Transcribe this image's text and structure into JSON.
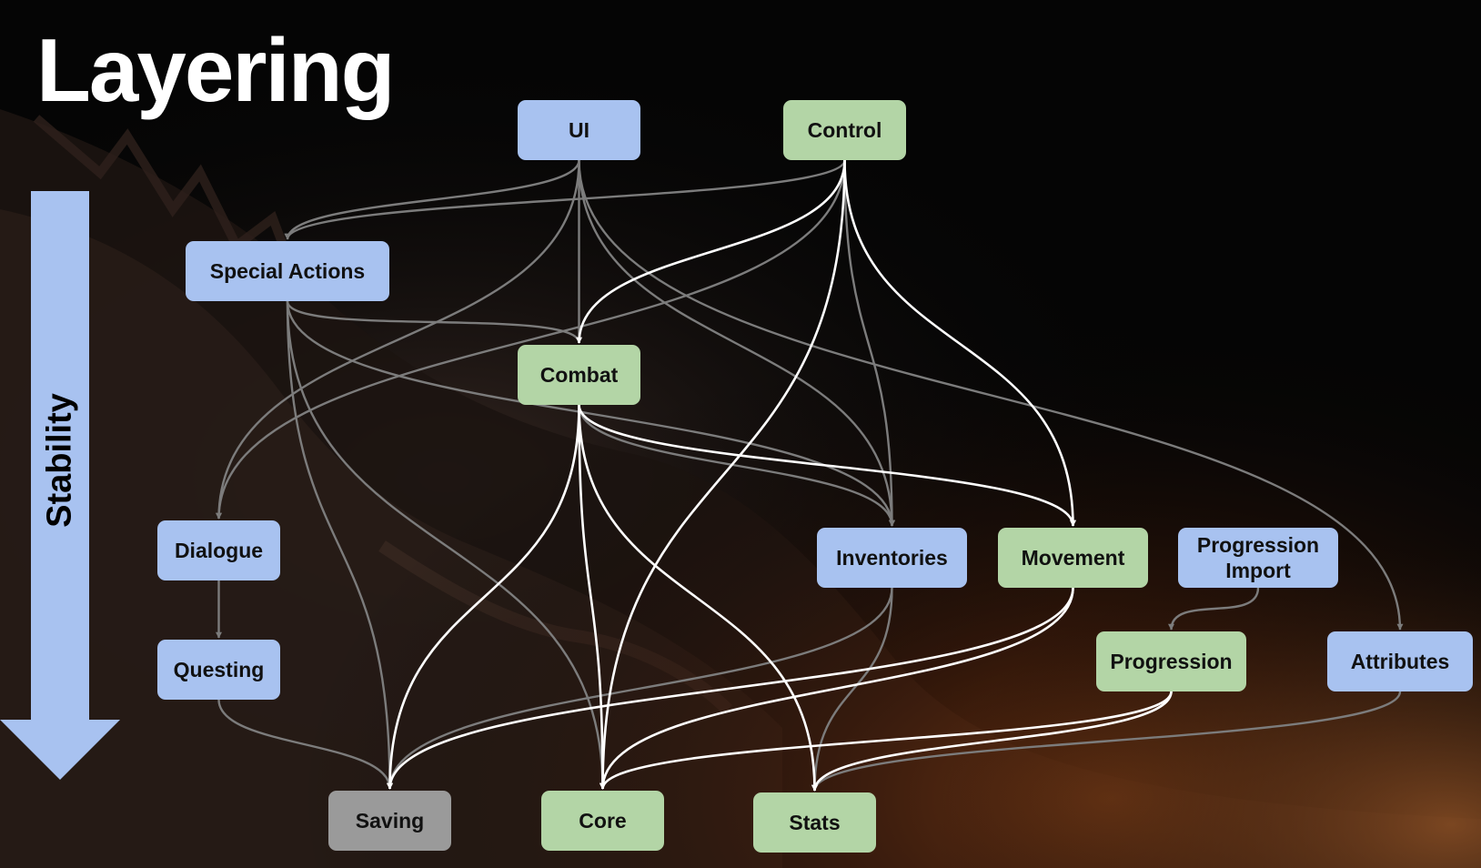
{
  "slide": {
    "title": "Layering",
    "stability_label": "Stability"
  },
  "colors": {
    "background": "#050505",
    "blue_node": "#a8c2f0",
    "green_node": "#b3d5a6",
    "gray_node": "#9a9a9a",
    "white_edge": "#ffffff",
    "gray_edge": "#7c7c7c"
  },
  "nodes": {
    "ui": {
      "label": "UI",
      "color": "blue"
    },
    "control": {
      "label": "Control",
      "color": "green"
    },
    "special_actions": {
      "label": "Special Actions",
      "color": "blue"
    },
    "combat": {
      "label": "Combat",
      "color": "green"
    },
    "dialogue": {
      "label": "Dialogue",
      "color": "blue"
    },
    "questing": {
      "label": "Questing",
      "color": "blue"
    },
    "inventories": {
      "label": "Inventories",
      "color": "blue"
    },
    "movement": {
      "label": "Movement",
      "color": "green"
    },
    "progression_import": {
      "label": "Progression\nImport",
      "color": "blue"
    },
    "progression": {
      "label": "Progression",
      "color": "green"
    },
    "attributes": {
      "label": "Attributes",
      "color": "blue"
    },
    "saving": {
      "label": "Saving",
      "color": "gray"
    },
    "core": {
      "label": "Core",
      "color": "green"
    },
    "stats": {
      "label": "Stats",
      "color": "green"
    }
  },
  "edges": [
    {
      "from": "ui",
      "to": "special_actions",
      "style": "gray"
    },
    {
      "from": "ui",
      "to": "combat",
      "style": "gray"
    },
    {
      "from": "ui",
      "to": "dialogue",
      "style": "gray"
    },
    {
      "from": "ui",
      "to": "inventories",
      "style": "gray"
    },
    {
      "from": "ui",
      "to": "attributes",
      "style": "gray"
    },
    {
      "from": "control",
      "to": "special_actions",
      "style": "gray"
    },
    {
      "from": "control",
      "to": "combat",
      "style": "white"
    },
    {
      "from": "control",
      "to": "movement",
      "style": "white"
    },
    {
      "from": "control",
      "to": "core",
      "style": "white"
    },
    {
      "from": "control",
      "to": "inventories",
      "style": "gray"
    },
    {
      "from": "control",
      "to": "dialogue",
      "style": "gray"
    },
    {
      "from": "special_actions",
      "to": "combat",
      "style": "gray"
    },
    {
      "from": "special_actions",
      "to": "saving",
      "style": "gray"
    },
    {
      "from": "special_actions",
      "to": "core",
      "style": "gray"
    },
    {
      "from": "special_actions",
      "to": "inventories",
      "style": "gray"
    },
    {
      "from": "combat",
      "to": "saving",
      "style": "white"
    },
    {
      "from": "combat",
      "to": "core",
      "style": "white"
    },
    {
      "from": "combat",
      "to": "stats",
      "style": "white"
    },
    {
      "from": "combat",
      "to": "movement",
      "style": "white"
    },
    {
      "from": "combat",
      "to": "inventories",
      "style": "gray"
    },
    {
      "from": "dialogue",
      "to": "questing",
      "style": "gray"
    },
    {
      "from": "questing",
      "to": "saving",
      "style": "gray"
    },
    {
      "from": "inventories",
      "to": "saving",
      "style": "gray"
    },
    {
      "from": "inventories",
      "to": "stats",
      "style": "gray"
    },
    {
      "from": "movement",
      "to": "saving",
      "style": "white"
    },
    {
      "from": "movement",
      "to": "core",
      "style": "white"
    },
    {
      "from": "progression_import",
      "to": "progression",
      "style": "gray"
    },
    {
      "from": "progression",
      "to": "core",
      "style": "white"
    },
    {
      "from": "progression",
      "to": "stats",
      "style": "white"
    },
    {
      "from": "attributes",
      "to": "stats",
      "style": "gray"
    }
  ]
}
